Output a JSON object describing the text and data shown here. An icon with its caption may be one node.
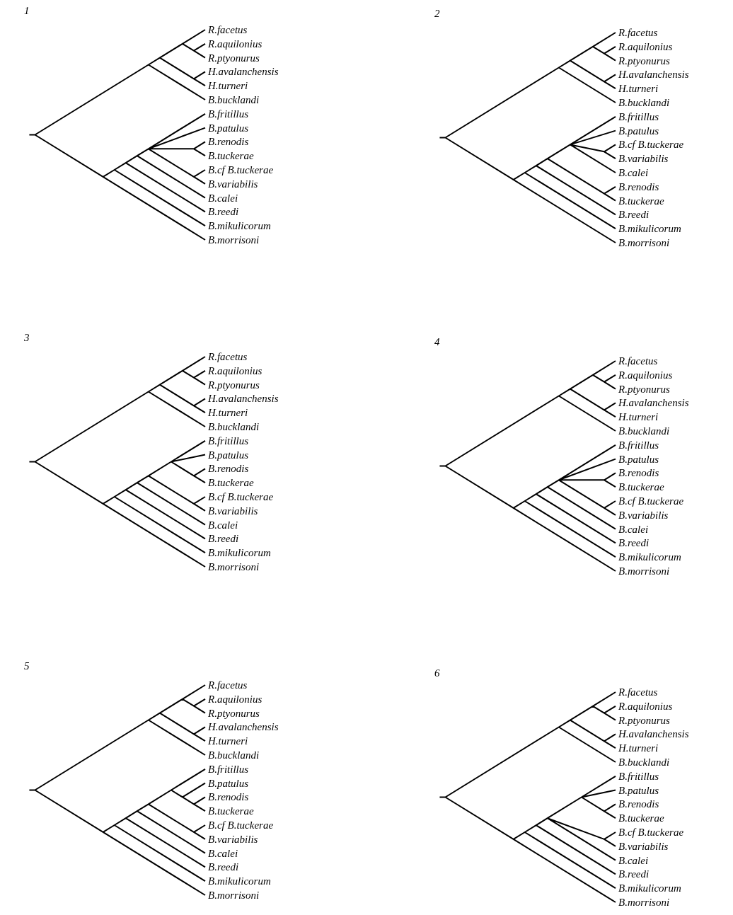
{
  "diagram": {
    "labels": [
      "1",
      "R.facetus",
      "R.aquilonius",
      "R.ptyonurus",
      "H.avalanchensis",
      "H.turneri",
      "B.bucklandi",
      "B.fritillus",
      "B.patulus",
      "B.renodis",
      "B.tuckerae",
      "B.cf B.tuckerae",
      "B.variabilis",
      "B.calei",
      "B.reedi",
      "B.mikulicorum",
      "B.morrisoni",
      "2",
      "R.facetus",
      "R.aquilonius",
      "R.ptyonurus",
      "H.avalanchensis",
      "H.turneri",
      "B.bucklandi",
      "B.fritillus",
      "B.patulus",
      "B.cf B.tuckerae",
      "B.variabilis",
      "B.calei",
      "B.renodis",
      "B.tuckerae",
      "B.reedi",
      "B.mikulicorum",
      "B.morrisoni",
      "3",
      "R.facetus",
      "R.aquilonius",
      "R.ptyonurus",
      "H.avalanchensis",
      "H.turneri",
      "B.bucklandi",
      "B.fritillus",
      "B.patulus",
      "B.renodis",
      "B.tuckerae",
      "B.cf B.tuckerae",
      "B.variabilis",
      "B.calei",
      "B.reedi",
      "B.mikulicorum",
      "B.morrisoni",
      "4",
      "R.facetus",
      "R.aquilonius",
      "R.ptyonurus",
      "H.avalanchensis",
      "H.turneri",
      "B.bucklandi",
      "B.fritillus",
      "B.patulus",
      "B.renodis",
      "B.tuckerae",
      "B.cf B.tuckerae",
      "B.variabilis",
      "B.calei",
      "B.reedi",
      "B.mikulicorum",
      "B.morrisoni",
      "5",
      "R.facetus",
      "R.aquilonius",
      "R.ptyonurus",
      "H.avalanchensis",
      "H.turneri",
      "B.bucklandi",
      "B.fritillus",
      "B.patulus",
      "B.renodis",
      "B.tuckerae",
      "B.cf B.tuckerae",
      "B.variabilis",
      "B.calei",
      "B.reedi",
      "B.mikulicorum",
      "B.morrisoni",
      "6",
      "R.facetus",
      "R.aquilonius",
      "R.ptyonurus",
      "H.avalanchensis",
      "H.turneri",
      "B.bucklandi",
      "B.fritillus",
      "B.patulus",
      "B.renodis",
      "B.tuckerae",
      "B.cf B.tuckerae",
      "B.variabilis",
      "B.calei",
      "B.reedi",
      "B.mikulicorum",
      "B.morrisoni"
    ]
  }
}
